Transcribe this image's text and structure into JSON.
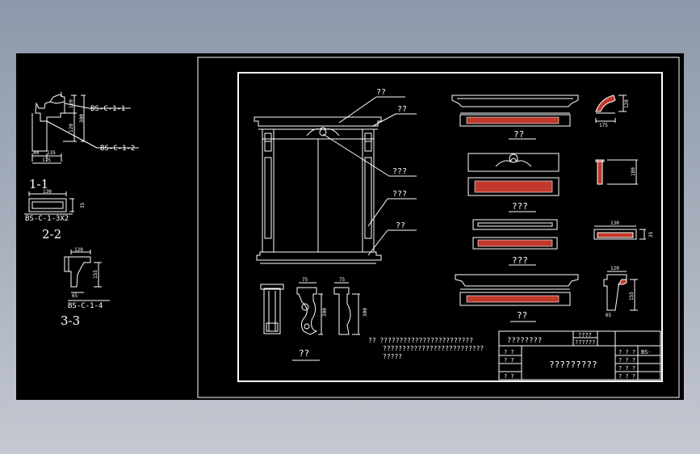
{
  "colors": {
    "background_top": "#8d98aa",
    "background_bottom": "#c4c8d1",
    "canvas": "#000000",
    "line": "#ffffff",
    "accent": "#c0392b"
  },
  "left_details": {
    "callout_1": "BS-C-1-1",
    "callout_2": "BS-C-1-2",
    "dim_top": "120",
    "dim_mid": "120",
    "dim_right": "300",
    "dim_base_1": "135",
    "dim_base_2": "175",
    "dim_base_3": "40",
    "section_1_label": "1-1",
    "profile_dim_top": "130",
    "profile_dim_side": "35",
    "profile_callout": "BS-C-1-3X2",
    "section_2_label": "2-2",
    "bracket_dim_top": "120",
    "bracket_dim_side": "155",
    "bracket_dim_bottom": "65",
    "bracket_callout": "BS-C-1-4",
    "section_3_label": "3-3"
  },
  "main_drawing": {
    "labels": [
      "??",
      "??",
      "???",
      "???",
      "??"
    ],
    "bracket_view_label": "??",
    "bracket_dim_1": "75",
    "bracket_dim_2": "75",
    "bracket_dim_3": "300",
    "bracket_dim_4": "300"
  },
  "component_views": {
    "label_1": "??",
    "label_2": "???",
    "label_3": "???",
    "label_4": "??",
    "dim_corner_w": "175",
    "dim_corner_h": "120",
    "dim_side_h": "180",
    "dim_base_w": "130",
    "dim_base_h": "35",
    "dim_bracket_w": "120",
    "dim_bracket_h": "155",
    "dim_bracket_b": "65"
  },
  "notes": {
    "line_1": "?? ????????????????????????",
    "line_2": "??????????????????????????",
    "line_3": "?????"
  },
  "title_block": {
    "company": "????????",
    "top_cell": "????",
    "sub_cell": "??????",
    "drawing_title": "?????????",
    "left_rows": [
      "? ?",
      "? ?",
      "? ?"
    ],
    "right_rows": [
      "? ? ?",
      "? ? ?",
      "? ? ?",
      "? ? ?"
    ],
    "right_vals": [
      "BS-",
      "",
      "",
      ""
    ]
  }
}
